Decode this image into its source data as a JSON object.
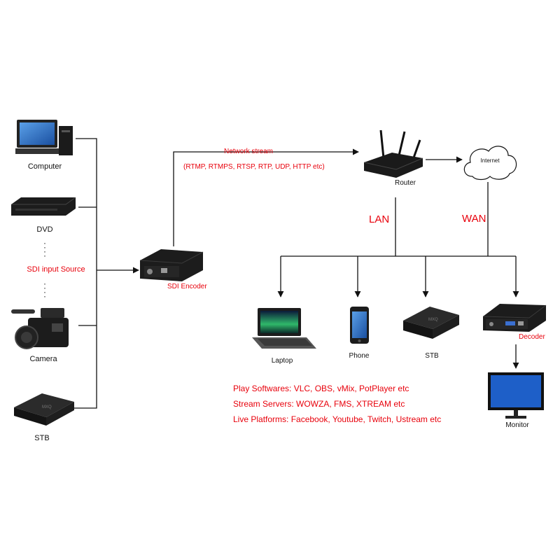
{
  "sources": {
    "computer": "Computer",
    "dvd": "DVD",
    "sdi_input": "SDI input Source",
    "camera": "Camera",
    "stb": "STB"
  },
  "encoder": {
    "label": "SDI Encoder"
  },
  "network": {
    "title": "Network stream",
    "protocols": "(RTMP, RTMPS, RTSP, RTP, UDP, HTTP etc)"
  },
  "router": {
    "label": "Router"
  },
  "internet": {
    "label": "Internet"
  },
  "links": {
    "lan": "LAN",
    "wan": "WAN"
  },
  "clients": {
    "laptop": "Laptop",
    "phone": "Phone",
    "stb": "STB",
    "decoder": "Decoder",
    "monitor": "Monitor"
  },
  "apps": {
    "play": "Play Softwares: VLC, OBS, vMix, PotPlayer etc",
    "servers": "Stream Servers: WOWZA, FMS, XTREAM etc",
    "live": "Live Platforms: Facebook, Youtube, Twitch, Ustream etc"
  },
  "colors": {
    "accent_red": "#e8000b",
    "line": "#111111",
    "device": "#1c1c1c"
  }
}
